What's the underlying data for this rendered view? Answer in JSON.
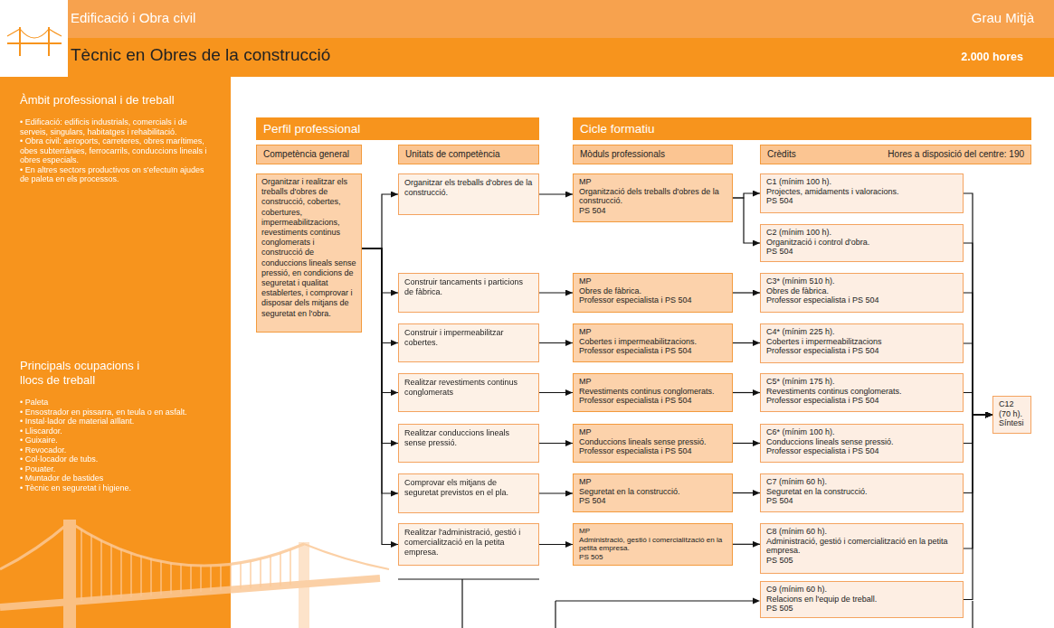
{
  "diagram": {
    "title": "Tècnic en Obres de la construcció",
    "nodes": [
      {
        "text": [
          "Àmbit professional i de treball",
          "• Edificació: edificis industrials, comercials i de serveis, singulars, habitatges i rehabilitació.",
          "• Obra civil: aeroports, carreteres, obres marítimes, obes subterrànies, ferrocarrils, conduccions lineals i obres especials.",
          "• En altres sectors productivos on s'efectuïn ajudes de paleta en els processos.",
          "Principals ocupacions i llocs de treball",
          "• Paleta",
          "• Ensostrador en pissarra, en teula o en asfalt.",
          "• Instal·lador de material aïllant.",
          "• Lliscardor.",
          "• Guixaire.",
          "• Revocador.",
          "• Col·locador de tubs.",
          "• Pouater.",
          "• Muntador de bastides",
          "• Tècnic en seguretat i higiene."
        ]
      },
      {
        "text": [
          "Perfil professional"
        ]
      },
      {
        "text": [
          "Cicle formatiu"
        ]
      },
      {
        "text": [
          "Competència general"
        ]
      },
      {
        "text": [
          "Unitats de competència"
        ]
      },
      {
        "text": [
          "Mòduls professionals"
        ]
      },
      {
        "text": [
          "Crèdits",
          "Hores a disposició del centre: 190"
        ]
      },
      {
        "text": [
          "Organitzar i realitzar els treballs d'obres de construcció, cobertes, cobertures, impermeabilitzacions, revestiments continus conglomerats i construcció de conduccions lineals sense pressió, en condicions de seguretat i qualitat establertes, i comprovar i disposar dels mitjans de seguretat en l'obra."
        ]
      },
      {
        "text": [
          "Organitzar els treballs d'obres de la construcció."
        ]
      },
      {
        "text": [
          "Construir tancaments i particions de fàbrica."
        ]
      },
      {
        "text": [
          "Construir i impermeabilitzar cobertes."
        ]
      },
      {
        "text": [
          "Realitzar revestiments continus conglomerats"
        ]
      },
      {
        "text": [
          "Realitzar conduccions lineals sense pressió."
        ]
      },
      {
        "text": [
          "Comprovar els mitjans de seguretat previstos en el pla."
        ]
      },
      {
        "text": [
          "Realitzar l'administració, gestió i comercialització en la petita empresa."
        ]
      },
      {
        "text": [
          "MP",
          "Organització dels treballs d'obres de la construcció.",
          "PS 504"
        ]
      },
      {
        "text": [
          "MP",
          "Obres de fàbrica.",
          "Professor especialista i PS 504"
        ]
      },
      {
        "text": [
          "MP",
          "Cobertes i impermeabilitzacions.",
          "Professor especialista i PS 504"
        ]
      },
      {
        "text": [
          "MP",
          "Revestiments continus conglomerats.",
          "Professor especialista i PS 504"
        ]
      },
      {
        "text": [
          "MP",
          "Conduccions lineals sense pressió.",
          "Professor especialista i PS 504"
        ]
      },
      {
        "text": [
          "MP",
          "Seguretat en la construcció.",
          "PS 504"
        ]
      },
      {
        "text": [
          "MP",
          "Administració, gestió i comercialització en la petita empresa.",
          "PS 505"
        ]
      },
      {
        "text": [
          "C1 (mínim 100 h).",
          "Projectes, amidaments i valoracions.",
          "PS 504"
        ]
      },
      {
        "text": [
          "C2 (mínim 100 h).",
          "Organització i control d'obra.",
          "PS 504"
        ]
      },
      {
        "text": [
          "C3* (mínim 510 h).",
          "Obres de fàbrica.",
          "Professor especialista i PS 504"
        ]
      },
      {
        "text": [
          "C4* (mínim 225 h).",
          "Cobertes i impermeabilitzacions",
          "Professor especialista i PS 504"
        ]
      },
      {
        "text": [
          "C5* (mínim 175 h).",
          "Revestiments continus conglomerats.",
          "Professor especialista i PS 504"
        ]
      },
      {
        "text": [
          "C6* (mínim 100 h).",
          "Conduccions lineals sense pressió.",
          "Professor especialista i PS 504"
        ]
      },
      {
        "text": [
          "C7 (mínim 60 h).",
          "Seguretat en la construcció.",
          "PS 504"
        ]
      },
      {
        "text": [
          "C8 (mínim 60 h).",
          "Administració, gestió i comercialització en la petita empresa.",
          "PS 505"
        ]
      },
      {
        "text": [
          "C9 (mínim 60 h).",
          "Relacions en l'equip de treball.",
          "PS 505"
        ]
      },
      {
        "text": [
          "C12 (70 h).",
          "Síntesi"
        ]
      }
    ],
    "edges": [
      {
        "from": 7,
        "to": 8,
        "arrow": "to"
      },
      {
        "from": 7,
        "to": 9,
        "arrow": "to"
      },
      {
        "from": 7,
        "to": 10,
        "arrow": "to"
      },
      {
        "from": 7,
        "to": 11,
        "arrow": "to"
      },
      {
        "from": 7,
        "to": 12,
        "arrow": "to"
      },
      {
        "from": 7,
        "to": 13,
        "arrow": "to"
      },
      {
        "from": 7,
        "to": 14,
        "arrow": "to"
      },
      {
        "from": 8,
        "to": 15,
        "arrow": "to"
      },
      {
        "from": 9,
        "to": 16,
        "arrow": "to"
      },
      {
        "from": 10,
        "to": 17,
        "arrow": "to"
      },
      {
        "from": 11,
        "to": 18,
        "arrow": "to"
      },
      {
        "from": 12,
        "to": 19,
        "arrow": "to"
      },
      {
        "from": 13,
        "to": 20,
        "arrow": "to"
      },
      {
        "from": 14,
        "to": 21,
        "arrow": "to"
      },
      {
        "from": 15,
        "to": 22,
        "arrow": "to"
      },
      {
        "from": 15,
        "to": 23,
        "arrow": "to"
      },
      {
        "from": 16,
        "to": 24,
        "arrow": "to"
      },
      {
        "from": 17,
        "to": 25,
        "arrow": "to"
      },
      {
        "from": 18,
        "to": 26,
        "arrow": "to"
      },
      {
        "from": 19,
        "to": 27,
        "arrow": "to"
      },
      {
        "from": 20,
        "to": 28,
        "arrow": "to"
      },
      {
        "from": 21,
        "to": 29,
        "arrow": "to"
      },
      {
        "from": 22,
        "to": 31,
        "arrow": "to"
      },
      {
        "from": 23,
        "to": 31,
        "arrow": "to"
      },
      {
        "from": 24,
        "to": 31,
        "arrow": "to"
      },
      {
        "from": 25,
        "to": 31,
        "arrow": "to"
      },
      {
        "from": 26,
        "to": 31,
        "arrow": "to"
      },
      {
        "from": 27,
        "to": 31,
        "arrow": "to"
      },
      {
        "from": 28,
        "to": 31,
        "arrow": "to"
      },
      {
        "from": 29,
        "to": 31,
        "arrow": "to"
      },
      {
        "from": 30,
        "to": 31,
        "arrow": "to"
      }
    ],
    "labels": [
      "Edificació i Obra civil",
      "Grau Mitjà",
      "2.000 hores"
    ]
  }
}
